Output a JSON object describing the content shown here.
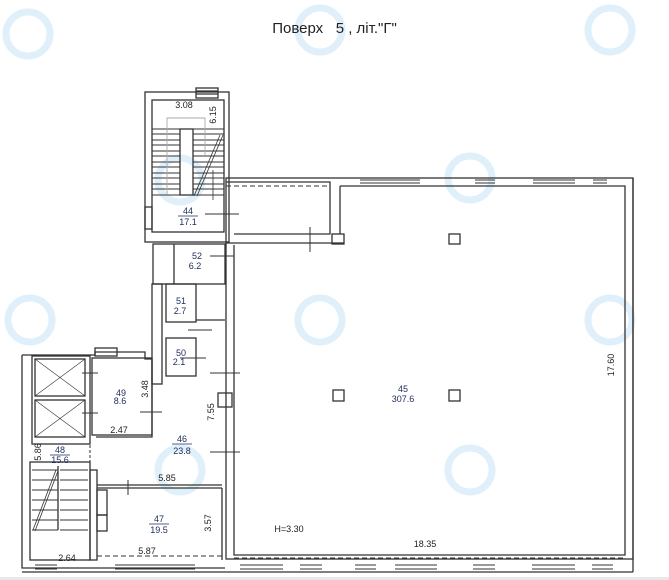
{
  "title": {
    "prefix": "Поверх",
    "floor": "5",
    "suffix": ", літ.\"Г\""
  },
  "rooms": [
    {
      "number": "44",
      "area": "17.1"
    },
    {
      "number": "52",
      "area": "6.2"
    },
    {
      "number": "51",
      "area": "2.7"
    },
    {
      "number": "50",
      "area": "2.1"
    },
    {
      "number": "49",
      "area": "8.6"
    },
    {
      "number": "48",
      "area": "15.6"
    },
    {
      "number": "46",
      "area": "23.8"
    },
    {
      "number": "47",
      "area": "19.5"
    },
    {
      "number": "45",
      "area": "307.6"
    }
  ],
  "dimensions": {
    "stair_top_width": "3.08",
    "stair_top_length": "6.15",
    "hall_length": "17.60",
    "hall_width": "18.35",
    "room49_depth": "3.48",
    "room49_width": "2.47",
    "corridor_length": "7.55",
    "stair_bottom_length": "5.86",
    "stair_bottom_width": "2.64",
    "room47_top": "5.85",
    "room47_bottom": "5.87",
    "room47_depth": "3.57",
    "ceiling_height": "H=3.30"
  },
  "colors": {
    "wall": "#333333",
    "label": "#1d2b5a",
    "watermark": "#dff0fb"
  },
  "watermark_icon": "refresh-circle-icon"
}
